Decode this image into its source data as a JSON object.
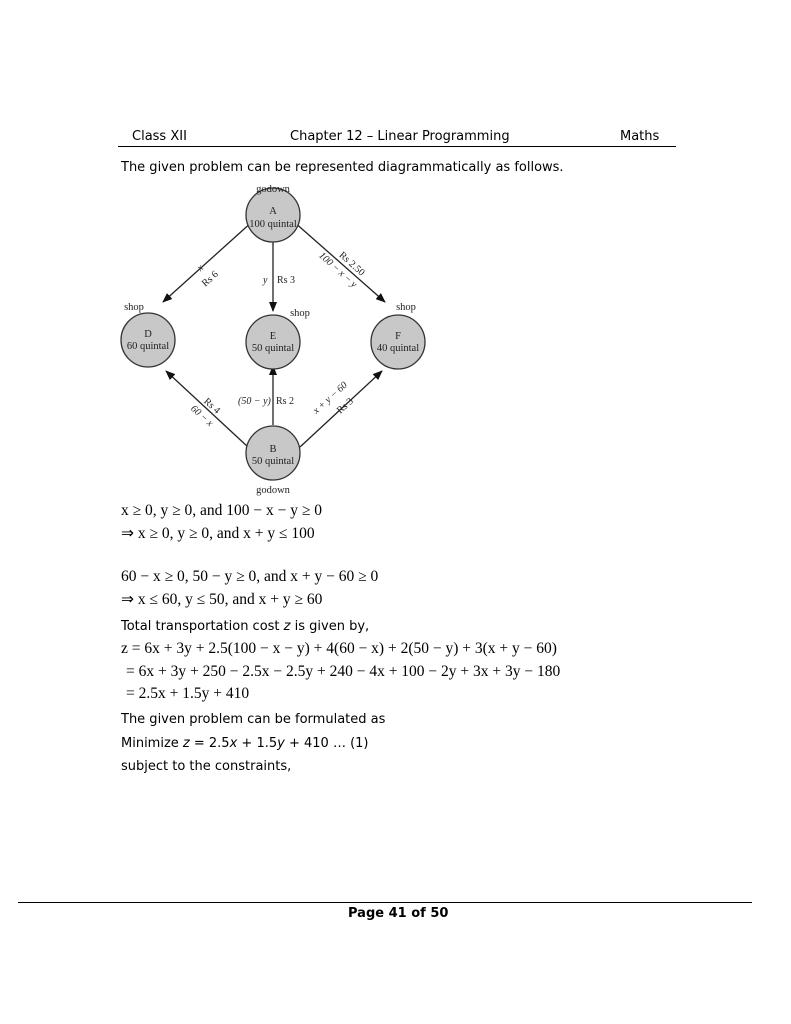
{
  "header": {
    "left": "Class XII",
    "center": "Chapter 12 – Linear Programming",
    "right": "Maths"
  },
  "intro": "The given problem can be represented diagrammatically as follows.",
  "diagram": {
    "nodes": {
      "A": {
        "tag": "godown",
        "name": "A",
        "qty": "100 quintal"
      },
      "B": {
        "tag": "godown",
        "name": "B",
        "qty": "50 quintal"
      },
      "D": {
        "tag": "shop",
        "name": "D",
        "qty": "60 quintal"
      },
      "E": {
        "tag": "shop",
        "name": "E",
        "qty": "50 quintal"
      },
      "F": {
        "tag": "shop",
        "name": "F",
        "qty": "40 quintal"
      }
    },
    "edges": {
      "AD": {
        "amount": "x",
        "cost": "Rs 6"
      },
      "AE": {
        "amount": "y",
        "cost": "Rs 3"
      },
      "AF": {
        "amount": "100 − x − y",
        "cost": "Rs 2.50"
      },
      "BD": {
        "amount": "60 − x",
        "cost": "Rs 4"
      },
      "BE": {
        "amount": "(50 − y)",
        "cost": "Rs 2"
      },
      "BF": {
        "amount": "x + y − 60",
        "cost": "Rs 3"
      }
    },
    "node_fill": "#c8c8c8"
  },
  "equations": [
    "x ≥ 0,  y ≥ 0,  and 100 − x − y ≥ 0",
    "⇒ x ≥ 0,  y ≥ 0,  and x + y ≤ 100",
    "60 − x ≥ 0, 50 − y ≥ 0,  and x + y − 60 ≥ 0",
    "⇒ x ≤ 60,  y ≤ 50,  and x + y ≥ 60"
  ],
  "cost_intro": {
    "before": "Total transportation cost ",
    "var": "z",
    "after": " is given by,"
  },
  "cost_equations": [
    "z = 6x + 3y + 2.5(100 − x − y) + 4(60 − x) + 2(50 − y) + 3(x + y − 60)",
    "= 6x + 3y + 250 − 2.5x − 2.5y + 240 − 4x + 100 − 2y + 3x + 3y − 180",
    "= 2.5x + 1.5y + 410"
  ],
  "formulated": "The given problem can be formulated as",
  "minimize": {
    "before": "Minimize ",
    "var": "z",
    "middle1": " = 2.5",
    "x": "x",
    "middle2": " + 1.5",
    "y": "y",
    "after": " + 410 … (1)"
  },
  "subject": "subject to the constraints,",
  "footer": {
    "page": "Page 41 of 50"
  }
}
